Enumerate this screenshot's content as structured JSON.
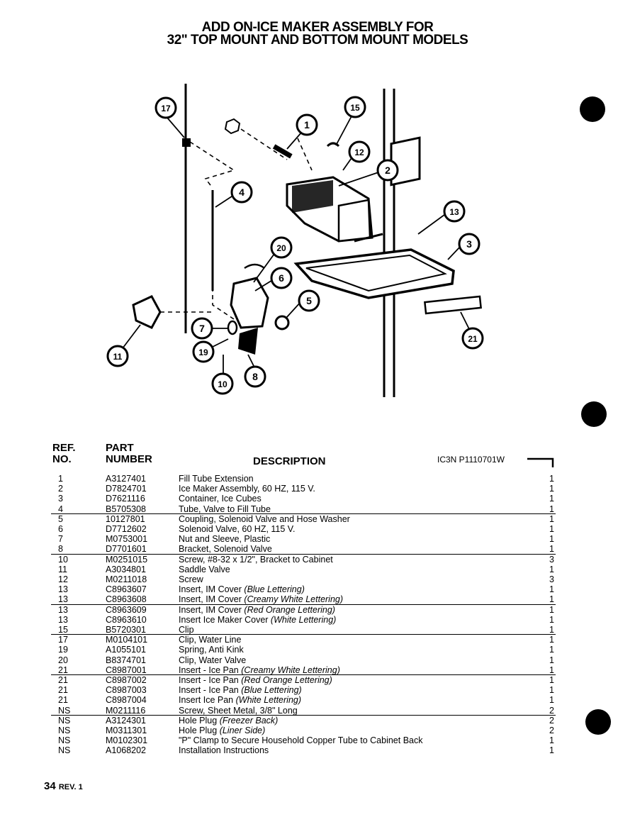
{
  "title": {
    "line1": "ADD ON-ICE MAKER ASSEMBLY FOR",
    "line2": "32\" TOP MOUNT AND BOTTOM MOUNT MODELS"
  },
  "callouts": [
    "17",
    "1",
    "15",
    "12",
    "2",
    "4",
    "13",
    "3",
    "20",
    "6",
    "5",
    "7",
    "19",
    "8",
    "10",
    "11",
    "21"
  ],
  "table": {
    "headers": {
      "ref_line1": "REF.",
      "ref_line2": "NO.",
      "part_line1": "PART",
      "part_line2": "NUMBER",
      "description": "DESCRIPTION",
      "code": "IC3N  P1110701W"
    },
    "rows": [
      {
        "ref": "1",
        "part": "A3127401",
        "desc": "Fill Tube Extension",
        "qty": "1"
      },
      {
        "ref": "2",
        "part": "D7824701",
        "desc": "Ice Maker Assembly, 60 HZ, 115 V.",
        "qty": "1"
      },
      {
        "ref": "3",
        "part": "D7621116",
        "desc": "Container, Ice Cubes",
        "qty": "1"
      },
      {
        "ref": "4",
        "part": "B5705308",
        "desc": "Tube, Valve to Fill Tube",
        "qty": "1"
      },
      {
        "ref": "5",
        "part": "10127801",
        "desc": "Coupling, Solenoid Valve and Hose Washer",
        "qty": "1"
      },
      {
        "ref": "6",
        "part": "D7712602",
        "desc": "Solenoid Valve, 60 HZ, 115 V.",
        "qty": "1"
      },
      {
        "ref": "7",
        "part": "M0753001",
        "desc": "Nut and Sleeve, Plastic",
        "qty": "1"
      },
      {
        "ref": "8",
        "part": "D7701601",
        "desc": "Bracket, Solenoid Valve",
        "qty": "1"
      },
      {
        "ref": "10",
        "part": "M0251015",
        "desc": "Screw, #8-32 x 1/2\", Bracket to Cabinet",
        "qty": "3"
      },
      {
        "ref": "11",
        "part": "A3034801",
        "desc": "Saddle Valve",
        "qty": "1"
      },
      {
        "ref": "12",
        "part": "M0211018",
        "desc": "Screw",
        "qty": "3"
      },
      {
        "ref": "13",
        "part": "C8963607",
        "desc": "Insert, IM Cover",
        "desc_note": "(Blue Lettering)",
        "qty": "1"
      },
      {
        "ref": "13",
        "part": "C8963608",
        "desc": "Insert, IM Cover",
        "desc_note": "(Creamy White Lettering)",
        "qty": "1"
      },
      {
        "ref": "13",
        "part": "C8963609",
        "desc": "Insert, IM Cover",
        "desc_note": "(Red Orange Lettering)",
        "qty": "1"
      },
      {
        "ref": "13",
        "part": "C8963610",
        "desc": "Insert Ice Maker Cover",
        "desc_note": "(White Lettering)",
        "qty": "1"
      },
      {
        "ref": "15",
        "part": "B5720301",
        "desc": "Clip",
        "qty": "1"
      },
      {
        "ref": "17",
        "part": "M0104101",
        "desc": "Clip, Water Line",
        "qty": "1"
      },
      {
        "ref": "19",
        "part": "A1055101",
        "desc": "Spring, Anti Kink",
        "qty": "1"
      },
      {
        "ref": "20",
        "part": "B8374701",
        "desc": "Clip, Water Valve",
        "qty": "1"
      },
      {
        "ref": "21",
        "part": "C8987001",
        "desc": "Insert - Ice Pan",
        "desc_note": "(Creamy White Lettering)",
        "qty": "1"
      },
      {
        "ref": "21",
        "part": "C8987002",
        "desc": "Insert - Ice Pan",
        "desc_note": "(Red Orange Lettering)",
        "qty": "1"
      },
      {
        "ref": "21",
        "part": "C8987003",
        "desc": "Insert - Ice Pan",
        "desc_note": "(Blue Lettering)",
        "qty": "1"
      },
      {
        "ref": "21",
        "part": "C8987004",
        "desc": "Insert Ice Pan",
        "desc_note": "(White Lettering)",
        "qty": "1"
      },
      {
        "ref": "NS",
        "part": "M0211116",
        "desc": "Screw, Sheet Metal, 3/8\" Long",
        "qty": "2"
      },
      {
        "ref": "NS",
        "part": "A3124301",
        "desc": "Hole Plug",
        "desc_note": "(Freezer Back)",
        "qty": "2"
      },
      {
        "ref": "NS",
        "part": "M0311301",
        "desc": "Hole Plug",
        "desc_note": "(Liner Side)",
        "qty": "2"
      },
      {
        "ref": "NS",
        "part": "M0102301",
        "desc": "\"P\" Clamp to Secure Household Copper Tube to Cabinet Back",
        "qty": "1"
      },
      {
        "ref": "NS",
        "part": "A1068202",
        "desc": "Installation Instructions",
        "qty": "1"
      }
    ]
  },
  "footer": {
    "page": "34",
    "rev": "REV. 1"
  }
}
